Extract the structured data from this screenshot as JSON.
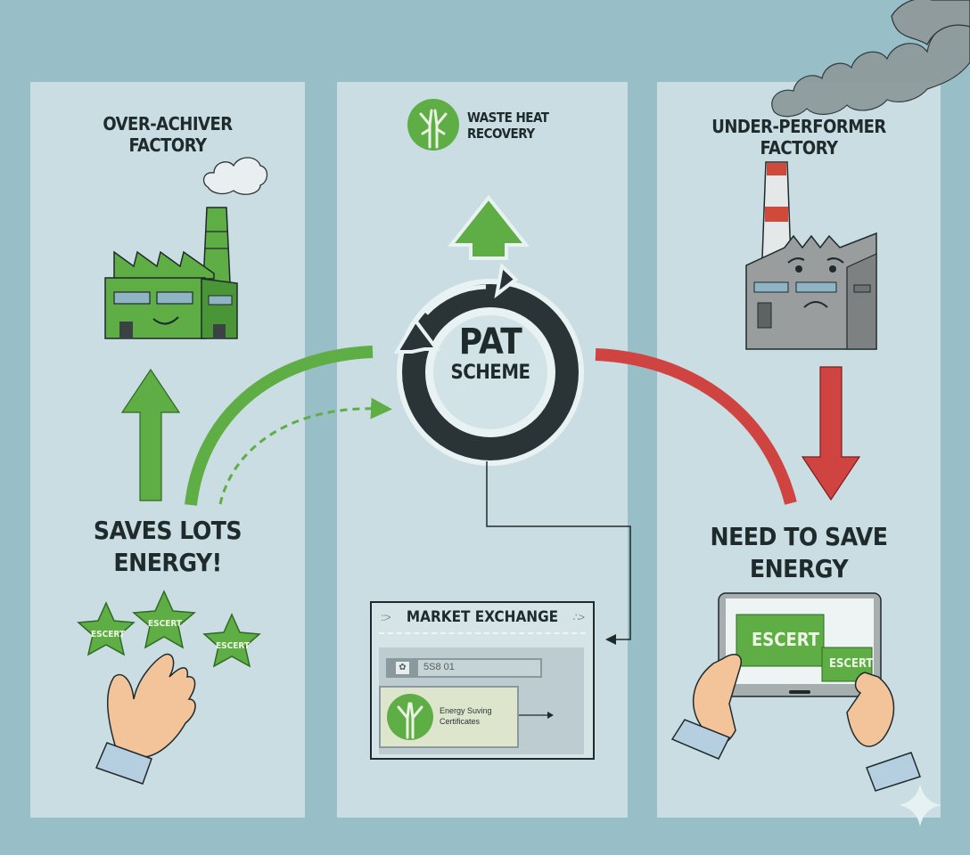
{
  "panels": {
    "left": {
      "title_line1": "OVER-ACHIVER",
      "title_line2": "FACTORY",
      "caption_line1": "SAVES LOTS",
      "caption_line2": "ENERGY!",
      "stars": [
        "ESCERT",
        "ESCERT",
        "ESCERT"
      ]
    },
    "center": {
      "badge_line1": "WASTE HEAT",
      "badge_line2": "RECOVERY",
      "cycle_line1": "PAT",
      "cycle_line2": "SCHEME",
      "market": {
        "title": "MARKET EXCHANGE",
        "search_value": "5S8 01",
        "cert_line1": "Energy Suving",
        "cert_line2": "Certificates",
        "left_icon": "::>",
        "right_icon": "∴>"
      }
    },
    "right": {
      "title_line1": "UNDER-PERFORMER",
      "title_line2": "FACTORY",
      "caption_line1": "NEED TO SAVE",
      "caption_line2": "ENERGY",
      "tablet_cards": [
        "ESCERT",
        "ESCERT"
      ]
    }
  },
  "colors": {
    "background": "#98bfc7",
    "panel": "#c9dde2",
    "green": "#5fae45",
    "red": "#cf4440",
    "dark": "#2a3436",
    "smoke": "#8f9b9c"
  }
}
